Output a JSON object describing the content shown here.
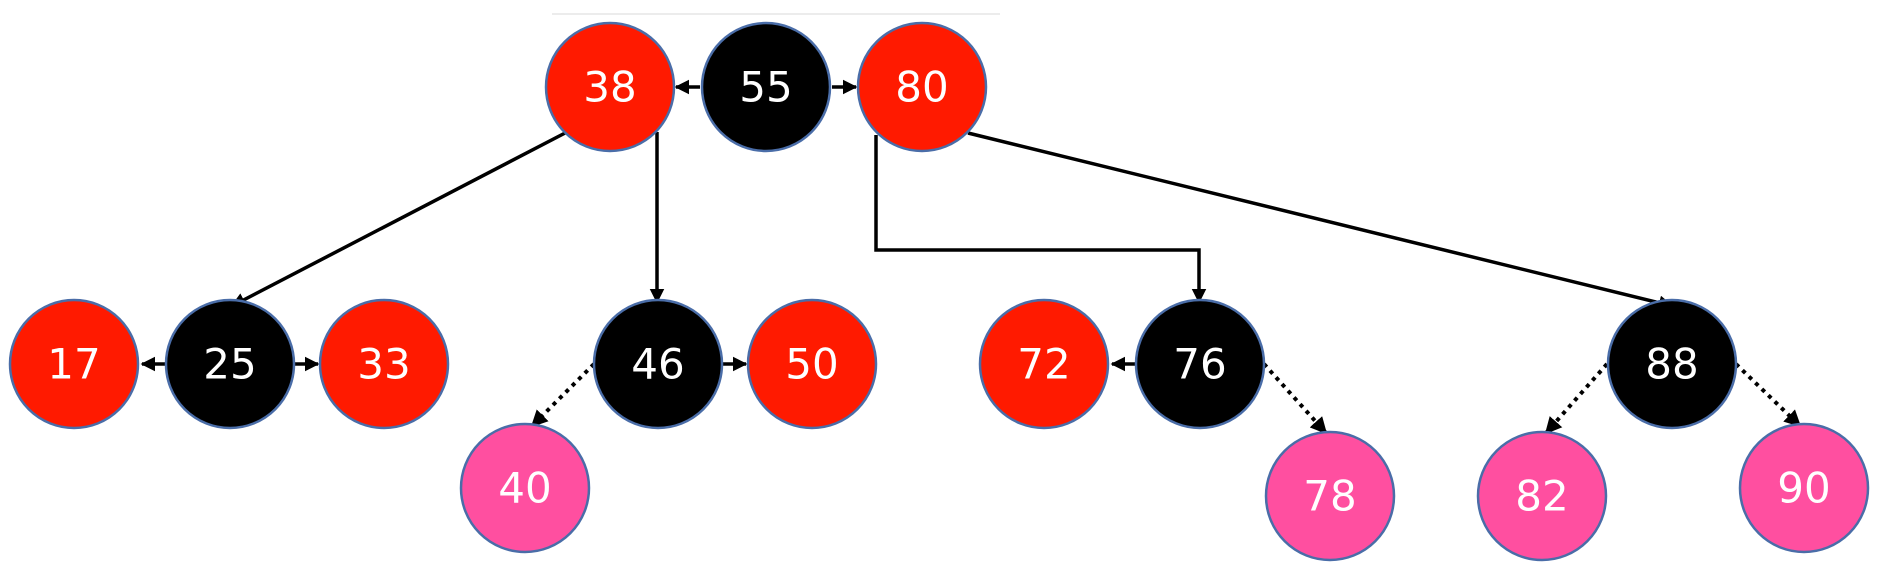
{
  "colors": {
    "red": "#ff1a00",
    "black": "#000000",
    "pink": "#ff4fa0",
    "node_border": "#4a6da8",
    "label": "#ffffff"
  },
  "nodes": [
    {
      "id": "n38",
      "label": "38",
      "color": "red"
    },
    {
      "id": "n55",
      "label": "55",
      "color": "black"
    },
    {
      "id": "n80",
      "label": "80",
      "color": "red"
    },
    {
      "id": "n17",
      "label": "17",
      "color": "red"
    },
    {
      "id": "n25",
      "label": "25",
      "color": "black"
    },
    {
      "id": "n33",
      "label": "33",
      "color": "red"
    },
    {
      "id": "n46",
      "label": "46",
      "color": "black"
    },
    {
      "id": "n50",
      "label": "50",
      "color": "red"
    },
    {
      "id": "n40",
      "label": "40",
      "color": "pink"
    },
    {
      "id": "n72",
      "label": "72",
      "color": "red"
    },
    {
      "id": "n76",
      "label": "76",
      "color": "black"
    },
    {
      "id": "n78",
      "label": "78",
      "color": "pink"
    },
    {
      "id": "n88",
      "label": "88",
      "color": "black"
    },
    {
      "id": "n82",
      "label": "82",
      "color": "pink"
    },
    {
      "id": "n90",
      "label": "90",
      "color": "pink"
    }
  ],
  "edges": [
    {
      "from": "55",
      "to": "38",
      "style": "solid"
    },
    {
      "from": "55",
      "to": "80",
      "style": "solid"
    },
    {
      "from": "38",
      "to": "25",
      "style": "solid"
    },
    {
      "from": "38",
      "to": "46",
      "style": "solid"
    },
    {
      "from": "80",
      "to": "76",
      "style": "solid"
    },
    {
      "from": "80",
      "to": "88",
      "style": "solid"
    },
    {
      "from": "25",
      "to": "17",
      "style": "solid"
    },
    {
      "from": "25",
      "to": "33",
      "style": "solid"
    },
    {
      "from": "46",
      "to": "50",
      "style": "solid"
    },
    {
      "from": "46",
      "to": "40",
      "style": "dotted"
    },
    {
      "from": "76",
      "to": "72",
      "style": "solid"
    },
    {
      "from": "76",
      "to": "78",
      "style": "dotted"
    },
    {
      "from": "88",
      "to": "82",
      "style": "dotted"
    },
    {
      "from": "88",
      "to": "90",
      "style": "dotted"
    }
  ]
}
